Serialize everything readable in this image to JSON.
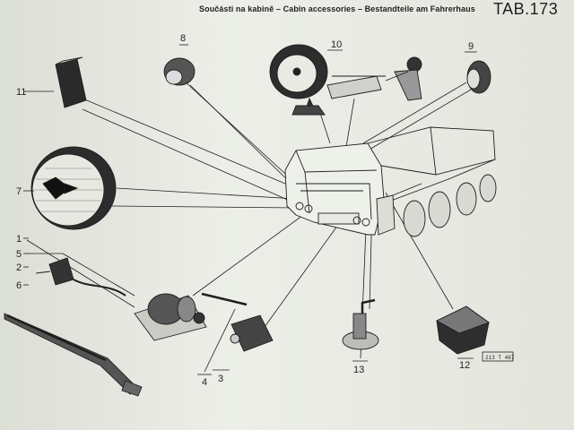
{
  "header": {
    "title": "Součásti na kabině – Cabin accessories – Bestandteile am Fahrerhaus",
    "tab": "TAB.173"
  },
  "reference_code": "213 T 467",
  "parts": [
    {
      "number": "1"
    },
    {
      "number": "2"
    },
    {
      "number": "3"
    },
    {
      "number": "4"
    },
    {
      "number": "5"
    },
    {
      "number": "6"
    },
    {
      "number": "7"
    },
    {
      "number": "8"
    },
    {
      "number": "9"
    },
    {
      "number": "10"
    },
    {
      "number": "11"
    },
    {
      "number": "12"
    },
    {
      "number": "13"
    }
  ]
}
